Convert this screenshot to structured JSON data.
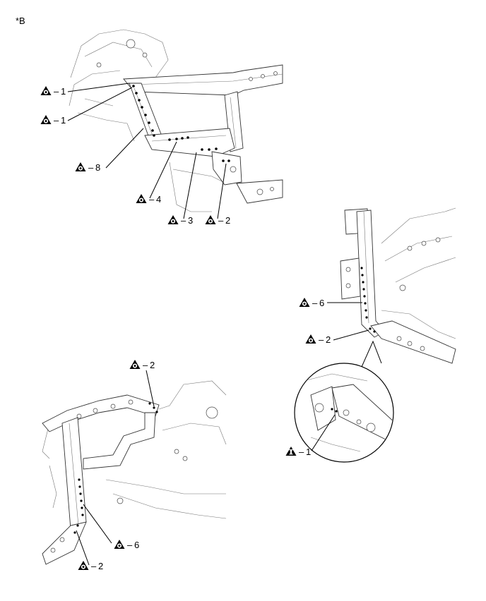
{
  "figure_tag": "*B",
  "symbols": {
    "spot_weld": "triangle-spot-icon",
    "mig_weld": "triangle-i-icon"
  },
  "callouts": {
    "a1": {
      "sym": "spot_weld",
      "text": "1"
    },
    "a2": {
      "sym": "spot_weld",
      "text": "1"
    },
    "a3": {
      "sym": "spot_weld",
      "text": "8"
    },
    "a4": {
      "sym": "spot_weld",
      "text": "4"
    },
    "a5": {
      "sym": "spot_weld",
      "text": "3"
    },
    "a6": {
      "sym": "spot_weld",
      "text": "2"
    },
    "b1": {
      "sym": "spot_weld",
      "text": "6"
    },
    "b2": {
      "sym": "spot_weld",
      "text": "2"
    },
    "b3": {
      "sym": "mig_weld",
      "text": "1"
    },
    "c1": {
      "sym": "spot_weld",
      "text": "2"
    },
    "c2": {
      "sym": "spot_weld",
      "text": "6"
    },
    "c3": {
      "sym": "spot_weld",
      "text": "2"
    }
  }
}
